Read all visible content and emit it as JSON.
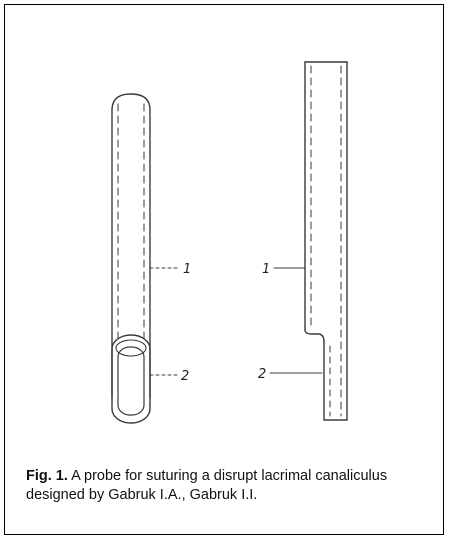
{
  "figure": {
    "caption_label": "Fig. 1.",
    "caption_text": " A probe for suturing a disrupt lacrimal canaliculus designed by Gabruk I.A., Gabruk  I.I."
  },
  "left_probe": {
    "labels": [
      "1",
      "2"
    ]
  },
  "right_probe": {
    "labels": [
      "1",
      "2"
    ]
  },
  "colors": {
    "ink": "#3a3a3a",
    "frame": "#000000"
  }
}
